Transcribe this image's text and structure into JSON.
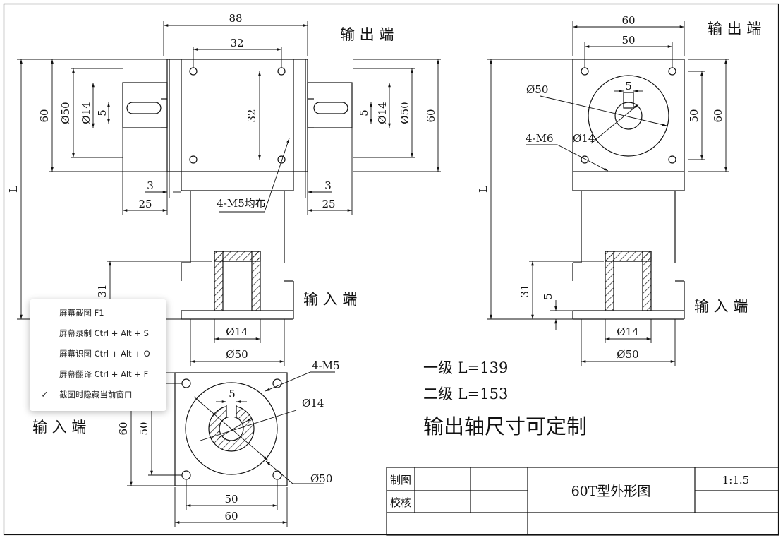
{
  "drawing": {
    "top_front": {
      "dims": {
        "width_88": "88",
        "width_32": "32",
        "height_60_left": "60",
        "height_60_right": "60",
        "dia_50_left": "Ø50",
        "dia_14_left": "Ø14",
        "key_5_left": "5",
        "dia_50_right": "Ø50",
        "dia_14_right": "Ø14",
        "key_5_right": "5",
        "hole_32": "32",
        "gap_3_left": "3",
        "gap_3_right": "3",
        "shaft_25_left": "25",
        "shaft_25_right": "25",
        "total_L": "L"
      },
      "callout_holes": "4-M5均布",
      "label_output": "输 出 端",
      "label_input": "输 入 端",
      "bottom_dims": {
        "dia_14": "Ø14",
        "dia_50": "Ø50",
        "h_31": "31"
      }
    },
    "side": {
      "dims": {
        "width_60": "60",
        "width_50": "50",
        "key_5": "5",
        "dia_50": "Ø50",
        "dia_14": "Ø14",
        "height_50": "50",
        "height_60": "60",
        "total_L": "L",
        "h_31": "31",
        "h_5": "5",
        "bottom_dia_14": "Ø14",
        "bottom_dia_50": "Ø50"
      },
      "callout_holes": "4-M6",
      "label_output": "输 出 端",
      "label_input": "输 入 端"
    },
    "bottom_view": {
      "dims": {
        "key_5": "5",
        "dia_14": "Ø14",
        "dia_50": "Ø50",
        "height_60": "60",
        "height_50": "50",
        "width_50": "50",
        "width_60": "60"
      },
      "callout_holes": "4-M5",
      "label_input": "输 入 端"
    },
    "notes": {
      "stage1": "一级 L=139",
      "stage2": "二级 L=153",
      "custom": "输出轴尺寸可定制"
    },
    "title_block": {
      "drawn": "制图",
      "checked": "校核",
      "title": "60T型外形图",
      "scale": "1:1.5"
    }
  },
  "context_menu": {
    "items": [
      {
        "label": "屏幕截图 F1",
        "checked": false
      },
      {
        "label": "屏幕录制 Ctrl + Alt + S",
        "checked": false
      },
      {
        "label": "屏幕识图 Ctrl + Alt + O",
        "checked": false
      },
      {
        "label": "屏幕翻译 Ctrl + Alt + F",
        "checked": false
      },
      {
        "label": "截图时隐藏当前窗口",
        "checked": true
      }
    ]
  }
}
